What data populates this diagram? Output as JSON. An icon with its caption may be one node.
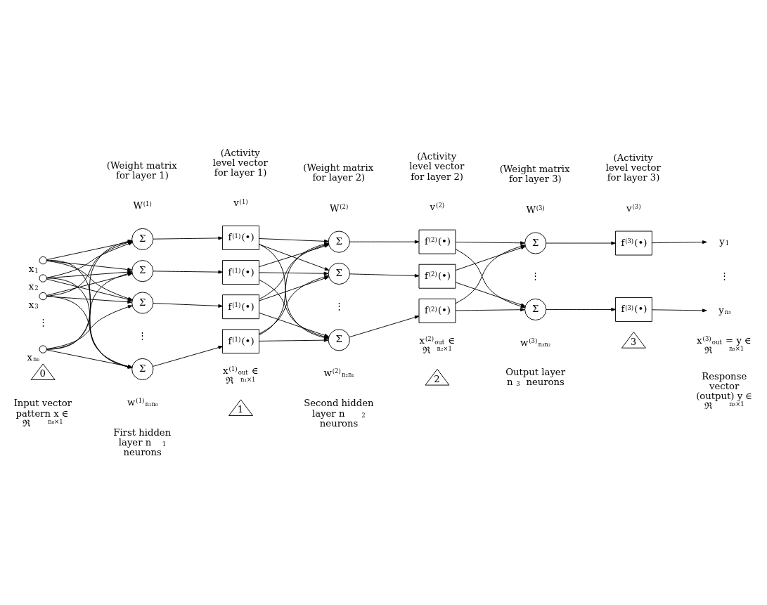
{
  "diagram": {
    "nodes": [
      {
        "text": [],
        "shape": "circle",
        "beside": [
          "x$_{1}$"
        ]
      },
      {
        "text": [],
        "shape": "circle",
        "beside": [
          "x$_{2}$"
        ]
      },
      {
        "text": [],
        "shape": "circle",
        "beside": [
          "x$_{3}$"
        ]
      },
      {
        "text": [],
        "shape": "circle",
        "beside": [
          "x$_{n₀}$"
        ]
      },
      {
        "text": [
          "Σ"
        ]
      },
      {
        "text": [
          "Σ"
        ]
      },
      {
        "text": [
          "Σ"
        ]
      },
      {
        "text": [
          "Σ"
        ]
      },
      {
        "text": [
          "f$^{(1)}$(•)"
        ]
      },
      {
        "text": [
          "f$^{(1)}$(•)"
        ]
      },
      {
        "text": [
          "f$^{(1)}$(•)"
        ]
      },
      {
        "text": [
          "f$^{(1)}$(•)"
        ]
      },
      {
        "text": [
          "Σ"
        ]
      },
      {
        "text": [
          "Σ"
        ]
      },
      {
        "text": [
          "Σ"
        ]
      },
      {
        "text": [
          "f$^{(2)}$(•)"
        ]
      },
      {
        "text": [
          "f$^{(2)}$(•)"
        ]
      },
      {
        "text": [
          "f$^{(2)}$(•)"
        ]
      },
      {
        "text": [
          "Σ"
        ]
      },
      {
        "text": [
          "Σ"
        ]
      },
      {
        "text": [
          "f$^{(3)}$(•)"
        ]
      },
      {
        "text": [
          "f$^{(3)}$(•)"
        ]
      },
      {
        "text": [
          "y$_{1}$"
        ]
      },
      {
        "text": [
          "y$_{n₃}$"
        ]
      },
      {
        "text": [
          "0"
        ]
      },
      {
        "text": [
          "1"
        ]
      },
      {
        "text": [
          "2"
        ]
      },
      {
        "text": [
          "3"
        ]
      }
    ],
    "edges": [
      {
        "from": 0,
        "to": 4,
        "arrow": "to"
      },
      {
        "from": 0,
        "to": 5,
        "arrow": "to"
      },
      {
        "from": 0,
        "to": 6,
        "arrow": "to"
      },
      {
        "from": 0,
        "to": 7,
        "arrow": "to"
      },
      {
        "from": 1,
        "to": 4,
        "arrow": "to"
      },
      {
        "from": 1,
        "to": 5,
        "arrow": "to"
      },
      {
        "from": 1,
        "to": 6,
        "arrow": "to"
      },
      {
        "from": 1,
        "to": 7,
        "arrow": "to"
      },
      {
        "from": 2,
        "to": 4,
        "arrow": "to"
      },
      {
        "from": 2,
        "to": 5,
        "arrow": "to"
      },
      {
        "from": 2,
        "to": 6,
        "arrow": "to"
      },
      {
        "from": 2,
        "to": 7,
        "arrow": "to"
      },
      {
        "from": 3,
        "to": 4,
        "arrow": "to"
      },
      {
        "from": 3,
        "to": 5,
        "arrow": "to"
      },
      {
        "from": 3,
        "to": 6,
        "arrow": "to"
      },
      {
        "from": 3,
        "to": 7,
        "arrow": "to"
      },
      {
        "from": 4,
        "to": 8,
        "arrow": "to"
      },
      {
        "from": 5,
        "to": 9,
        "arrow": "to"
      },
      {
        "from": 6,
        "to": 10,
        "arrow": "to"
      },
      {
        "from": 7,
        "to": 11,
        "arrow": "to"
      },
      {
        "from": 8,
        "to": 12,
        "arrow": "to"
      },
      {
        "from": 8,
        "to": 13,
        "arrow": "to"
      },
      {
        "from": 8,
        "to": 14,
        "arrow": "to"
      },
      {
        "from": 9,
        "to": 12,
        "arrow": "to"
      },
      {
        "from": 9,
        "to": 13,
        "arrow": "to"
      },
      {
        "from": 9,
        "to": 14,
        "arrow": "to"
      },
      {
        "from": 10,
        "to": 12,
        "arrow": "to"
      },
      {
        "from": 10,
        "to": 13,
        "arrow": "to"
      },
      {
        "from": 10,
        "to": 14,
        "arrow": "to"
      },
      {
        "from": 11,
        "to": 12,
        "arrow": "to"
      },
      {
        "from": 11,
        "to": 13,
        "arrow": "to"
      },
      {
        "from": 11,
        "to": 14,
        "arrow": "to"
      },
      {
        "from": 12,
        "to": 15,
        "arrow": "to"
      },
      {
        "from": 13,
        "to": 16,
        "arrow": "to"
      },
      {
        "from": 14,
        "to": 17,
        "arrow": "to"
      },
      {
        "from": 15,
        "to": 18,
        "arrow": "to"
      },
      {
        "from": 15,
        "to": 19,
        "arrow": "to"
      },
      {
        "from": 16,
        "to": 18,
        "arrow": "to"
      },
      {
        "from": 16,
        "to": 19,
        "arrow": "to"
      },
      {
        "from": 17,
        "to": 18,
        "arrow": "to"
      },
      {
        "from": 17,
        "to": 19,
        "arrow": "to"
      },
      {
        "from": 18,
        "to": 20,
        "arrow": "to"
      },
      {
        "from": 19,
        "to": 21,
        "arrow": "to"
      },
      {
        "from": 20,
        "to": 22,
        "arrow": "to"
      },
      {
        "from": 21,
        "to": 23,
        "arrow": "to"
      }
    ],
    "labels": [
      "(Activity level vector for layer 1)",
      "(Weight matrix for layer 1)",
      "(Weight matrix for layer 2)",
      "(Activity level vector for layer 2)",
      "(Weight matrix for layer 3)",
      "W$^{(1)}$",
      "v$^{(1)}$",
      "W$^{(2)}$",
      "(Activity level vector for layer 3)",
      "v$^{(2)}$",
      "W$^{(3)}$",
      "v$^{(3)}$",
      "⋮",
      "⋮",
      "⋮",
      "⋮",
      "⋮",
      "w$^{(3)}$$_{n₃n₂}$",
      "x$^{(3)}$$_{out}$ = y ∈ ℜ$^{n₃×1}$",
      "w$^{(2)}$$_{n₂n₁}$",
      "x$^{(2)}$$_{out}$ ∈ ℜ$^{n₂×1}$",
      "w$^{(1)}$$_{n₁n₀}$",
      "x$^{(1)}$$_{out}$ ∈ ℜ$^{n₁×1}$",
      "Input vector pattern x ∈ ℜ$^{n₀×1}$",
      "First hidden layer n$_{1}$ neurons",
      "Second hidden layer n$_{2}$ neurons",
      "Output layer n$_{3}$ neurons",
      "Response vector (output) y ∈ ℜ$^{n₃×1}$"
    ]
  }
}
